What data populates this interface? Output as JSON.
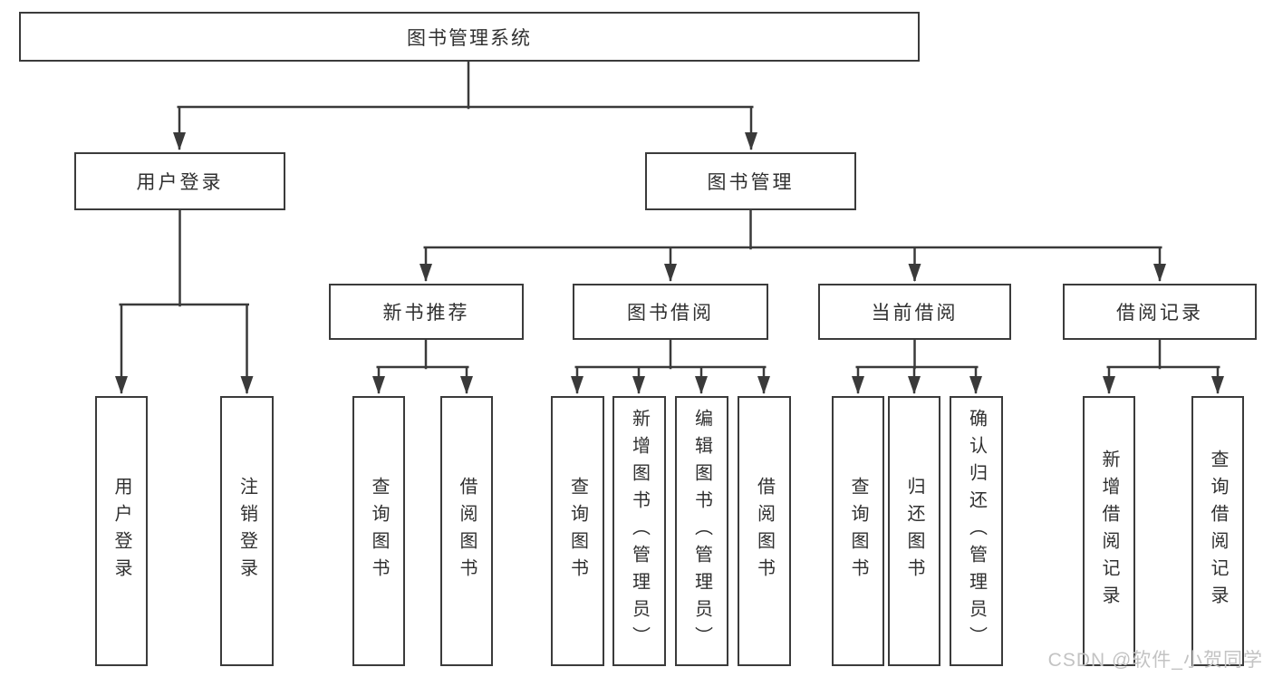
{
  "diagram_type": "functional-structure-tree",
  "tree": {
    "root": {
      "label": "图书管理系统",
      "children": [
        {
          "label": "用户登录",
          "children": [
            {
              "label": "用户登录"
            },
            {
              "label": "注销登录"
            }
          ]
        },
        {
          "label": "图书管理",
          "children": [
            {
              "label": "新书推荐",
              "children": [
                {
                  "label": "查询图书"
                },
                {
                  "label": "借阅图书"
                }
              ]
            },
            {
              "label": "图书借阅",
              "children": [
                {
                  "label": "查询图书"
                },
                {
                  "label": "新增图书（管理员）"
                },
                {
                  "label": "编辑图书（管理员）"
                },
                {
                  "label": "借阅图书"
                }
              ]
            },
            {
              "label": "当前借阅",
              "children": [
                {
                  "label": "查询图书"
                },
                {
                  "label": "归还图书"
                },
                {
                  "label": "确认归还（管理员）"
                }
              ]
            },
            {
              "label": "借阅记录",
              "children": [
                {
                  "label": "新增借阅记录"
                },
                {
                  "label": "查询借阅记录"
                }
              ]
            }
          ]
        }
      ]
    }
  },
  "watermark": "CSDN @软件_小贺同学",
  "colors": {
    "line": "#3a3a3a",
    "box_border": "#3b3b3b",
    "text": "#303030",
    "watermark": "#c3c3c3",
    "background": "#ffffff"
  }
}
